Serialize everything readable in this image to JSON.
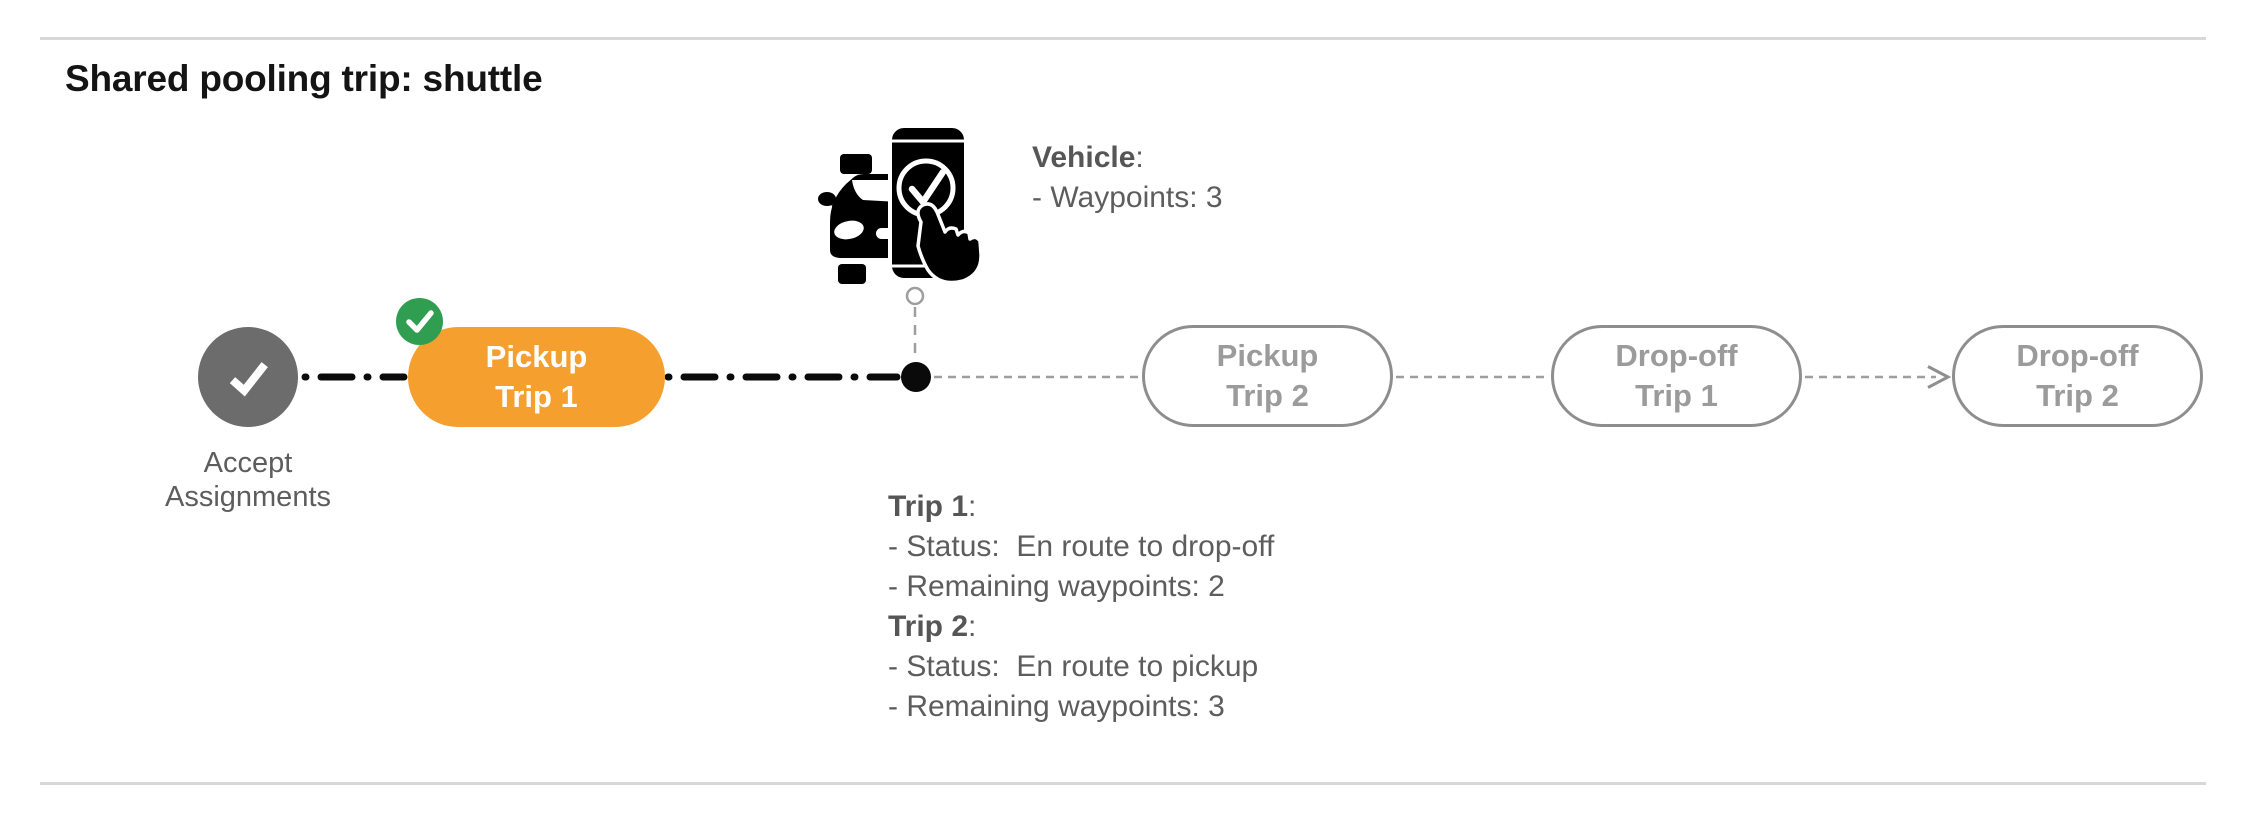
{
  "title": "Shared pooling trip: shuttle",
  "accept_node": {
    "label_line1": "Accept",
    "label_line2": "Assignments"
  },
  "pills": [
    {
      "line1": "Pickup",
      "line2": "Trip 1",
      "state": "completed-active"
    },
    {
      "line1": "Pickup",
      "line2": "Trip 2",
      "state": "upcoming"
    },
    {
      "line1": "Drop-off",
      "line2": "Trip 1",
      "state": "upcoming"
    },
    {
      "line1": "Drop-off",
      "line2": "Trip 2",
      "state": "upcoming"
    }
  ],
  "vehicle_note": {
    "title": "Vehicle",
    "suffix": ":",
    "waypoints": "- Waypoints: 3"
  },
  "trip_note": {
    "trip1_title": "Trip 1",
    "trip1_suffix": ":",
    "trip1_status": "- Status:  En route to drop-off",
    "trip1_remaining": "- Remaining waypoints: 2",
    "trip2_title": "Trip 2",
    "trip2_suffix": ":",
    "trip2_status": "- Status:  En route to pickup",
    "trip2_remaining": "- Remaining waypoints: 3"
  },
  "icons": {
    "accept": "check-icon",
    "badge": "check-badge-icon",
    "vehicle": "taxi-phone-check-icon",
    "current_position": "filled-dot",
    "vehicle_anchor": "open-dot",
    "arrow": "right-arrow-head"
  },
  "colors": {
    "active_orange": "#f5a02e",
    "success_green": "#2f9e50",
    "completed_gray": "#6c6c6c",
    "pending_border_gray": "#8e8e8e",
    "pending_text_gray": "#9b9b9b",
    "annotation_gray": "#5d5d5d",
    "connector_black": "#0a0a0a",
    "connector_gray": "#9e9e9e",
    "divider_gray": "#d8d8d8"
  }
}
